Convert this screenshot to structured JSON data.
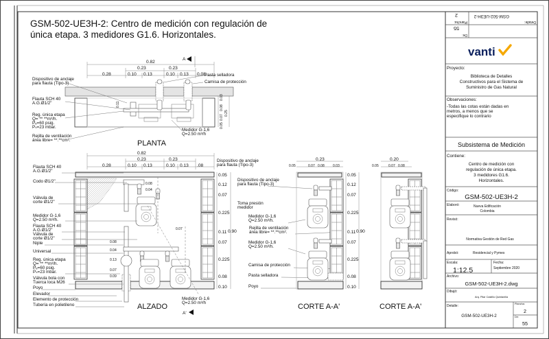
{
  "title": {
    "line1": "GSM-502-UE3H-2: Centro de medición con regulación de",
    "line2": "única etapa. 3 medidores G1.6.  Horizontales."
  },
  "planta": {
    "view_label": "PLANTA",
    "section_marker": "A",
    "dims_top": {
      "total": "0.82",
      "sub1": "0.23",
      "sub2": "0.23",
      "row": [
        "0.28",
        "0.10",
        "0.13",
        "0.10",
        "0.13",
        "0.08"
      ]
    },
    "dims_right": [
      "0.03",
      "0.08",
      "0.07",
      "0.05",
      "0.25"
    ],
    "dims_inner": "0.11",
    "labels": {
      "anclaje_1": "Dispositivo de anclaje",
      "anclaje_2": "para flauta (Tipo-3)",
      "flauta_1": "Flauta SCH 40",
      "flauta_2": "A.G.Ø1/2\"",
      "reg_1": "Reg. única etapa",
      "reg_2": "Q=  ** **m³/h.",
      "reg_3": "Pₑ=60 psig.",
      "reg_4": "Pₛ=23 mbar.",
      "rejilla_1": "Rejilla de ventilación",
      "rejilla_2": "área libre=  **.**cm².",
      "pasta": "Pasta selladora",
      "camisa": "Camisa de protección",
      "medidor_1": "Medidor G-1,6",
      "medidor_2": "Q=2.50 m³/h"
    }
  },
  "alzado": {
    "view_label": "ALZADO",
    "section_marker": "A'",
    "dims_top": {
      "total": "0.82",
      "sub1": "0.23",
      "sub2": "0.23",
      "row": [
        "0.28",
        "0.10",
        "0.13",
        "0.10",
        "0.13",
        ".08"
      ]
    },
    "dims_right": [
      "0.05",
      "0.12",
      "0.07",
      "0.225",
      "0.11",
      "0.07",
      "0.225",
      "0.08",
      "0.10"
    ],
    "dim_total_height": "0.90",
    "dims_inner": [
      "0.08",
      "0.04",
      "0.07",
      "0.08",
      "0.04",
      "0.13",
      "0.07",
      "0.09"
    ],
    "labels_left": [
      [
        "Flauta SCH 40",
        "A.G.Ø1/2\""
      ],
      [
        "Codo Ø1/2\""
      ],
      [
        "Válvula de",
        "corte Ø1/2\""
      ],
      [
        "Medidor G-1,6",
        "Q=2.50 m³/h."
      ],
      [
        "Flauta SCH 40",
        "A.G.Ø1/2\""
      ],
      [
        "Válvula de",
        "corte Ø1/2\""
      ],
      [
        "Niple"
      ],
      [
        "Universal"
      ],
      [
        "Reg. única etapa",
        "Q=  ** **m³/h.",
        "Pₑ=60 psig.",
        "Pₛ=23 mbar."
      ],
      [
        "Válvula bola con",
        "Tuerca loca M26"
      ],
      [
        "Poyo"
      ],
      [
        "Elevador"
      ],
      [
        "Elemento de protección"
      ],
      [
        "Tubería en polietileno"
      ]
    ],
    "anclaje_1": "Dispositivo de anclaje",
    "anclaje_2": "para flauta (Tipo-3)",
    "medidor_1": "Medidor G-1,6",
    "medidor_2": "Q=2.50 m³/h"
  },
  "corte_labels": {
    "anclaje_1": "Dispositivo de anclaje",
    "anclaje_2": "para flauta (Tipo-3)",
    "toma_1": "Toma presión",
    "toma_2": "medidor",
    "medidor_a1": "Medidor G-1,6",
    "medidor_a2": "Q=2.50 m³/h.",
    "rejilla_1": "Rejilla de ventilación",
    "rejilla_2": "área libre=   **.**cm².",
    "medidor_b1": "Medidor G-1,6",
    "medidor_b2": "Q=2.50 m³/h.",
    "camisa": "Camisa de protección",
    "pasta": "Pasta selladora",
    "poyo": "Poyo"
  },
  "corte1": {
    "view_label": "CORTE A-A'",
    "dim_top": "0.23",
    "dims_row": [
      "0.05",
      "0.07",
      "0.08",
      "0.03"
    ],
    "dims_right": [
      "0.05",
      "0.12",
      "0.07",
      "0.225",
      "0.11",
      "0.07",
      "0.225",
      "0.08",
      "0.10"
    ],
    "dim_total_height": "0.90"
  },
  "corte2": {
    "view_label": "CORTE A-A'",
    "dim_top": "0.20",
    "dims_row": [
      "0.05",
      "0.07",
      "0.08"
    ]
  },
  "title_block": {
    "top_detalle_label": "Detalle:",
    "top_detalle_value": "GSM-502-UE3H-2",
    "top_plancha_label": "Plancha:",
    "top_plancha_value": "2",
    "top_de_label": "De:",
    "top_de_value": "55",
    "logo_text": "vanti",
    "logo_color": "#f5a800",
    "brand_color": "#0a1f5c",
    "proyecto_label": "Proyecto:",
    "proyecto_1": "Biblioteca de Detalles",
    "proyecto_2": "Constructivos para el Sistema de",
    "proyecto_3": "Suministro de Gas Natural",
    "obs_label": "Observaciones:",
    "obs_1": "-Todas las cotas están dadas en",
    "obs_2": "metros, a menos que se",
    "obs_3": "especifique lo contrario",
    "subsistema": "Subsistema de Medición",
    "contiene_label": "Contiene:",
    "contiene_1": "Centro de medición con",
    "contiene_2": "regulación de única etapa.",
    "contiene_3": "3 medidores G1.6.",
    "contiene_4": "Horizontales.",
    "codigo_label": "Código:",
    "codigo_value": "GSM-502-UE3H-2",
    "elaboro_label": "Elaboró:",
    "elaboro_1": "Nueva Edificación",
    "elaboro_2": "Colombia",
    "reviso_label": "Revisó:",
    "reviso_value": "Normativa Gestión de Red Gas",
    "aprobo_label": "Aprobó:",
    "aprobo_value": "Residencial y Pymes",
    "escala_label": "Escala:",
    "escala_value": "1:12.5",
    "fecha_label": "Fecha:",
    "fecha_value": "Septiembre 2020",
    "archivo_label": "Archivo:",
    "archivo_value": "GSM-502-UE3H-2.dwg",
    "dibujo_label": "Dibujó:",
    "dibujo_value": "Arq. Pilar Castillo Quintanilla",
    "detalle_label": "Detalle:",
    "detalle_value": "GSM-502-UE3H-2",
    "plancha_label": "Plancha:",
    "plancha_value": "2",
    "de_label": "De:",
    "de_value": "55"
  }
}
